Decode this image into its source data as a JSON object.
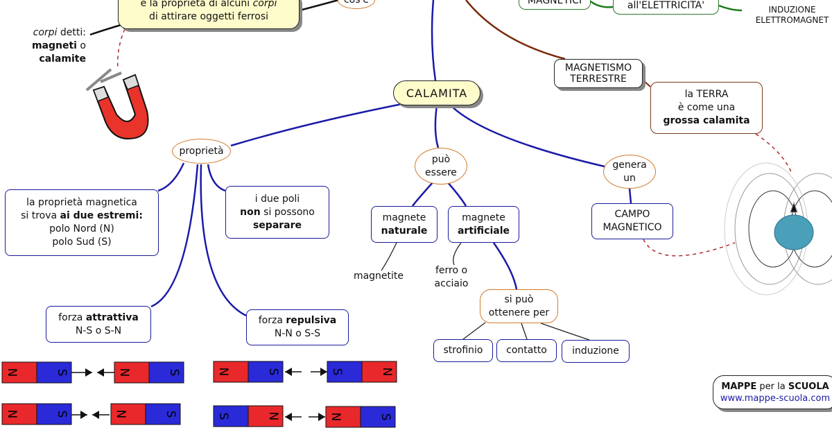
{
  "top_box": {
    "line1a": "è la proprietà di alcuni ",
    "line1b": "corpi",
    "line2": "di attirare oggetti ferrosi"
  },
  "cose": "cos'è",
  "corpi_detti": {
    "a": "corpi",
    "b": " detti:",
    "c": "magneti",
    "d": " o",
    "e": "calamite"
  },
  "magnetici": "MAGNETICI",
  "elettricita": "all'ELETTRICITA'",
  "induzione_em": {
    "l1": "INDUZIONE",
    "l2": "ELETTROMAGNET"
  },
  "calamita": "CALAMITA",
  "terrestre": {
    "l1": "MAGNETISMO",
    "l2": "TERRESTRE"
  },
  "terra": {
    "l1": "la TERRA",
    "l2": "è come una",
    "l3": "grossa calamita"
  },
  "proprieta": "proprietà",
  "puo_essere": {
    "l1": "può",
    "l2": "essere"
  },
  "genera": {
    "l1": "genera",
    "l2": "un"
  },
  "campo": {
    "l1": "CAMPO",
    "l2": "MAGNETICO"
  },
  "prop_magnetica": {
    "l1": "la proprietà magnetica",
    "l2a": "si trova ",
    "l2b": "ai due estremi:",
    "l3": "polo Nord (N)",
    "l4": "polo Sud (S)"
  },
  "due_poli": {
    "l1": "i due poli",
    "l2a": "non",
    "l2b": " si possono",
    "l3": "separare"
  },
  "naturale": {
    "l1": "magnete",
    "l2": "naturale"
  },
  "artificiale": {
    "l1": "magnete",
    "l2": "artificiale"
  },
  "magnetite": "magnetite",
  "ferro": {
    "l1": "ferro o",
    "l2": "acciaio"
  },
  "ottenere": {
    "l1": "si può",
    "l2": "ottenere per"
  },
  "strofinio": "strofinio",
  "contatto": "contatto",
  "induzione": "induzione",
  "attrattiva": {
    "a": "forza ",
    "b": "attrattiva",
    "c": "N-S o S-N"
  },
  "repulsiva": {
    "a": "forza ",
    "b": "repulsiva",
    "c": "N-N o S-S"
  },
  "pole": {
    "n": "N",
    "s": "S"
  },
  "colors": {
    "north": "#e8282a",
    "south": "#2a2ad8",
    "link_blue": "#1a1aa8",
    "link_brown": "#7a2a0a",
    "link_green": "#1a7a1a"
  },
  "footer": {
    "a": "MAPPE",
    "b": " per la ",
    "c": "SCUOLA",
    "url": "www.mappe-scuola.com"
  }
}
